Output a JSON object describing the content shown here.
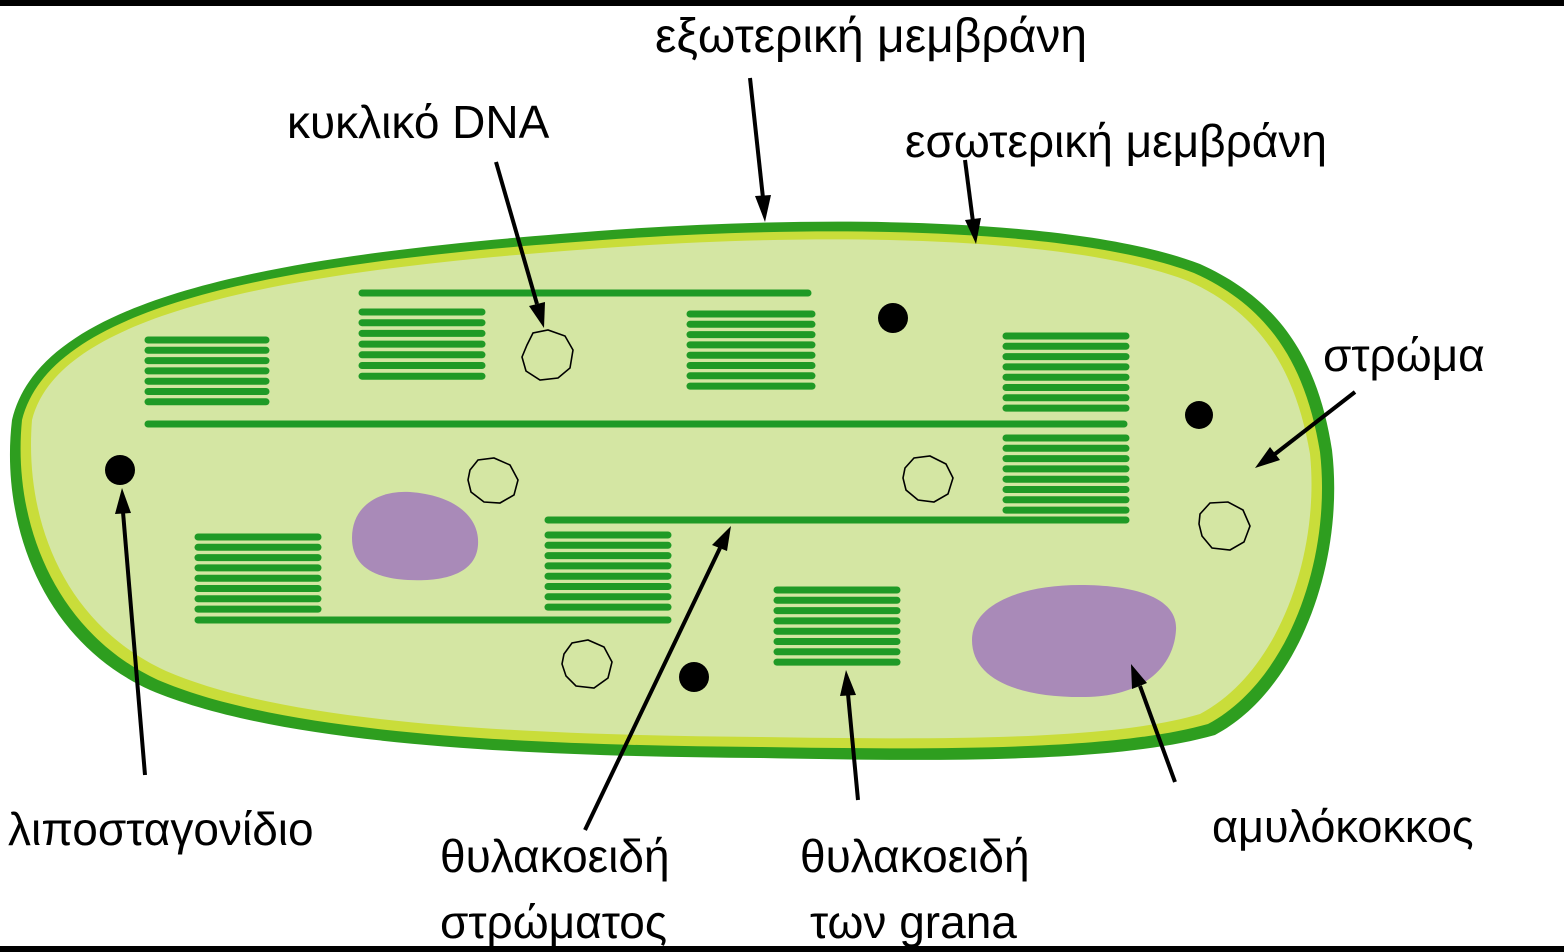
{
  "labels": {
    "outer_membrane": "εξωτερική μεμβράνη",
    "inner_membrane": "εσωτερική μεμβράνη",
    "circular_dna": "κυκλικό DNA",
    "stroma": "στρώμα",
    "lipid_droplet": "λιποσταγονίδιο",
    "stroma_thylakoids_line1": "θυλακοειδή",
    "stroma_thylakoids_line2": "στρώματος",
    "grana_thylakoids_line1": "θυλακοειδή",
    "grana_thylakoids_line2": "των grana",
    "starch_grain": "αμυλόκοκκος"
  },
  "colors": {
    "outer_membrane": "#2e9e1f",
    "intermembrane": "#c9dd3a",
    "stroma": "#d4e6a3",
    "thylakoid": "#1f9a26",
    "starch": "#a98ab8",
    "lipid": "#000000",
    "frame": "#000000"
  }
}
